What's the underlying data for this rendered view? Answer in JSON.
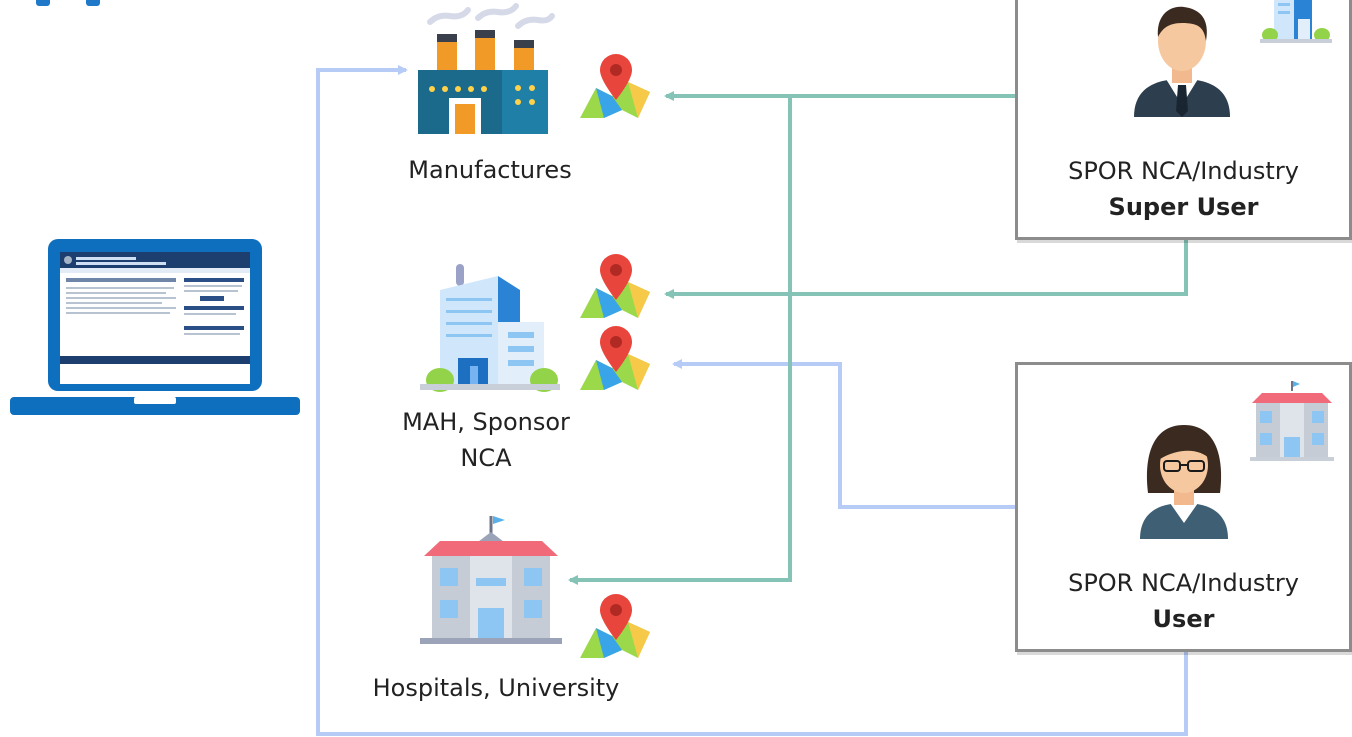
{
  "nodes": {
    "manufactures": {
      "label": "Manufactures"
    },
    "mah_sponsor": {
      "label_line1": "MAH, Sponsor",
      "label_line2": "NCA"
    },
    "hospitals": {
      "label": "Hospitals, University"
    }
  },
  "roles": {
    "super_user": {
      "line1": "SPOR NCA/Industry",
      "line2": "Super User"
    },
    "user": {
      "line1": "SPOR NCA/Industry",
      "line2": "User"
    }
  },
  "colors": {
    "super_user_flow": "#85c3b6",
    "user_flow": "#b6cbf5",
    "laptop_blue": "#0f6fbf"
  },
  "icons": {
    "laptop": "laptop-screen-icon",
    "factory": "factory-icon",
    "office": "office-building-icon",
    "hospital": "hospital-building-icon",
    "map_pin": "map-pin-icon",
    "super_user_avatar": "male-user-avatar-icon",
    "user_avatar": "female-user-avatar-icon"
  }
}
